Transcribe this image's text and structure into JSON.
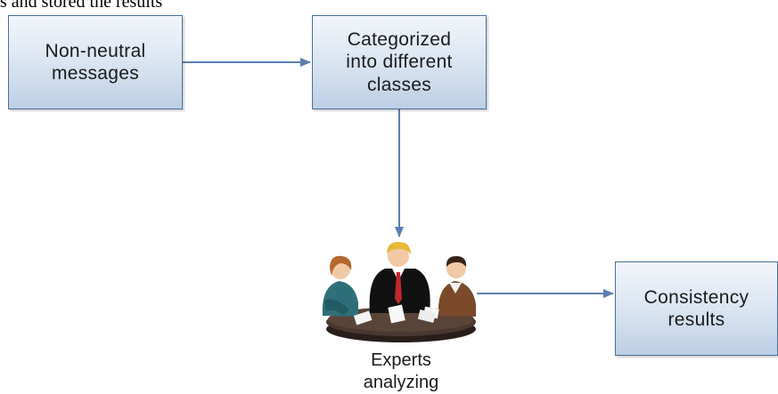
{
  "caption_fragment": "s and stored the results",
  "nodes": {
    "non_neutral": "Non-neutral\nmessages",
    "categorized": "Categorized\ninto different\nclasses",
    "consistency": "Consistency\nresults",
    "experts": "Experts\nanalyzing"
  },
  "colors": {
    "box_border": "#4a6f99",
    "box_fill_top": "#f2f6fb",
    "box_fill_bottom": "#bccfe6",
    "connector": "#5b7fb0",
    "table": "#3e2e28"
  },
  "icons": {
    "meeting": "experts-meeting-icon"
  }
}
